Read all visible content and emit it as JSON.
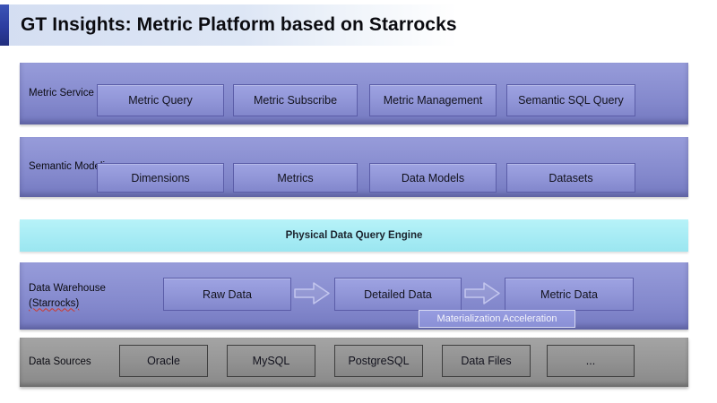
{
  "title": {
    "text": "GT Insights: Metric Platform based on Starrocks"
  },
  "layers": {
    "metric_service": {
      "label": "Metric Service",
      "boxes": [
        "Metric Query",
        "Metric Subscribe",
        "Metric Management",
        "Semantic SQL Query"
      ]
    },
    "semantic_modeling": {
      "label": "Semantic Modeling",
      "boxes": [
        "Dimensions",
        "Metrics",
        "Data Models",
        "Datasets"
      ]
    },
    "query_engine": {
      "text": "Physical Data Query Engine"
    },
    "data_warehouse": {
      "label": "Data Warehouse",
      "sublabel": "(Starrocks)",
      "boxes": [
        "Raw Data",
        "Detailed Data",
        "Metric Data"
      ],
      "badge": "Materialization Acceleration"
    },
    "data_sources": {
      "label": "Data Sources",
      "boxes": [
        "Oracle",
        "MySQL",
        "PostgreSQL",
        "Data Files",
        "..."
      ]
    }
  },
  "colors": {
    "accent_blue": "#2c3da0",
    "layer_purple": "#8a8fd2",
    "node_border_purple": "#5b5da8",
    "engine_cyan": "#a9edf5",
    "sources_gray": "#979797",
    "badge_purple": "#9095dc",
    "spellcheck_red": "#d0382a"
  }
}
